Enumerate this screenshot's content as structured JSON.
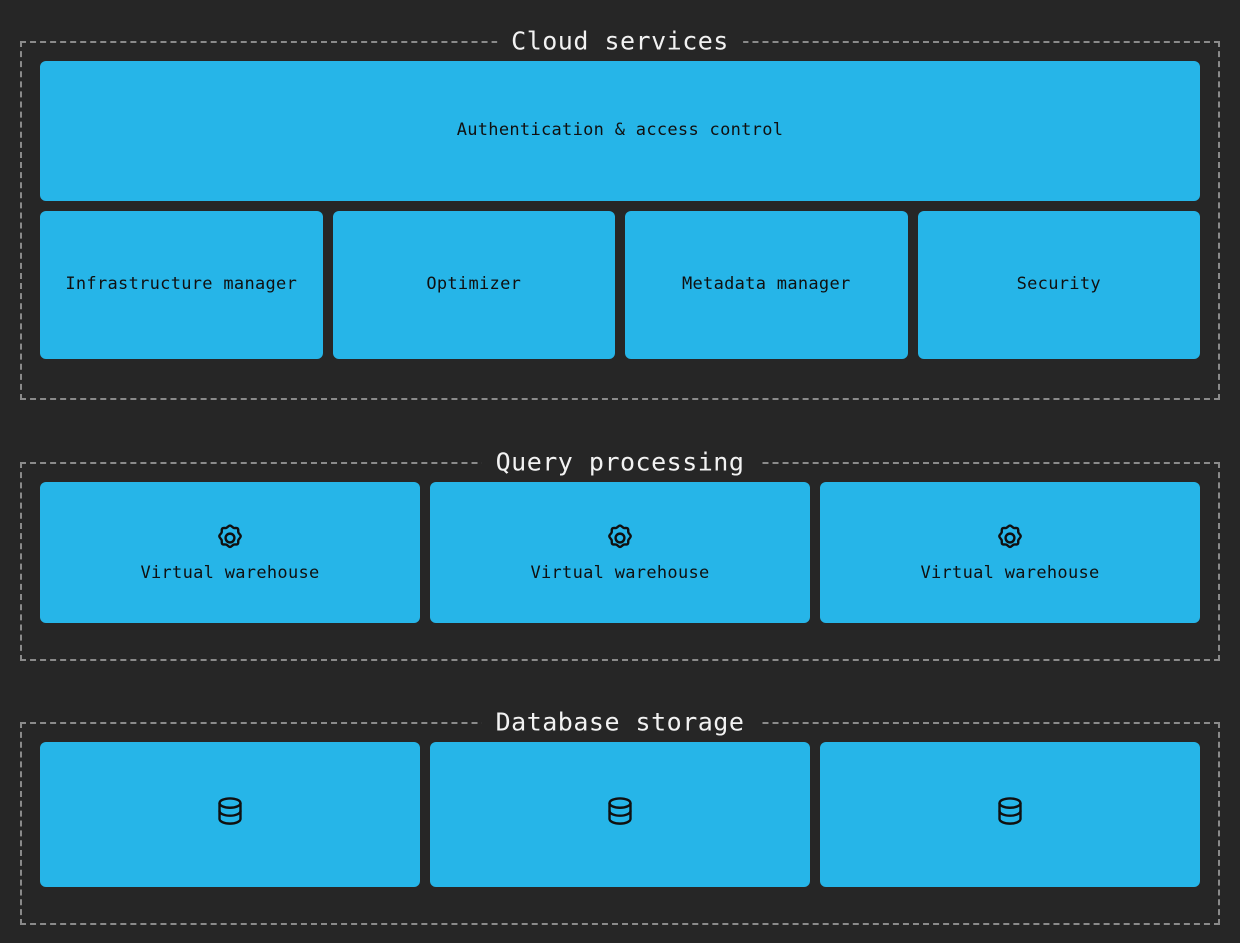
{
  "theme": {
    "background": "#262626",
    "node_fill": "#26b5e8",
    "node_text": "#101010",
    "border_dash": "#8a8a8a",
    "title_text": "#f2f2f2"
  },
  "sections": [
    {
      "id": "cloud",
      "title": "Cloud services",
      "rows": [
        {
          "id": "cloud-primary",
          "nodes": [
            {
              "label": "Authentication & access control",
              "icon": null
            }
          ]
        },
        {
          "id": "cloud-components",
          "nodes": [
            {
              "label": "Infrastructure manager",
              "icon": null
            },
            {
              "label": "Optimizer",
              "icon": null
            },
            {
              "label": "Metadata manager",
              "icon": null
            },
            {
              "label": "Security",
              "icon": null
            }
          ]
        }
      ]
    },
    {
      "id": "query",
      "title": "Query processing",
      "rows": [
        {
          "id": "query-warehouses",
          "nodes": [
            {
              "label": "Virtual warehouse",
              "icon": "gear-icon"
            },
            {
              "label": "Virtual warehouse",
              "icon": "gear-icon"
            },
            {
              "label": "Virtual warehouse",
              "icon": "gear-icon"
            }
          ]
        }
      ]
    },
    {
      "id": "storage",
      "title": "Database storage",
      "rows": [
        {
          "id": "storage-nodes",
          "nodes": [
            {
              "label": "",
              "icon": "database-icon"
            },
            {
              "label": "",
              "icon": "database-icon"
            },
            {
              "label": "",
              "icon": "database-icon"
            }
          ]
        }
      ]
    }
  ]
}
